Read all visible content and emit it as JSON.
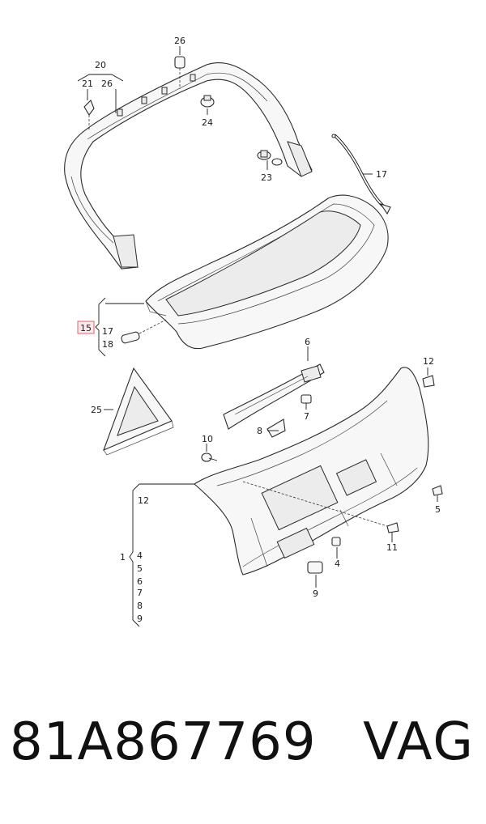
{
  "diagram": {
    "callouts": {
      "c26_top": "26",
      "c20": "20",
      "c21": "21",
      "c26_left": "26",
      "c24": "24",
      "c23": "23",
      "c17_cable": "17",
      "c15": "15",
      "c17_group": "17",
      "c18": "18",
      "c6": "6",
      "c7": "7",
      "c8": "8",
      "c10": "10",
      "c12_clip": "12",
      "c25": "25",
      "c12_group": "12",
      "c5": "5",
      "c11": "11",
      "c4_right": "4",
      "c9_bottom": "9",
      "g1": "1",
      "g4": "4",
      "g5": "5",
      "g6": "6",
      "g7": "7",
      "g8": "8",
      "g9": "9"
    },
    "highlight_color": "#e0606e"
  },
  "footer": {
    "part_number": "81A867769",
    "brand": "VAG"
  }
}
